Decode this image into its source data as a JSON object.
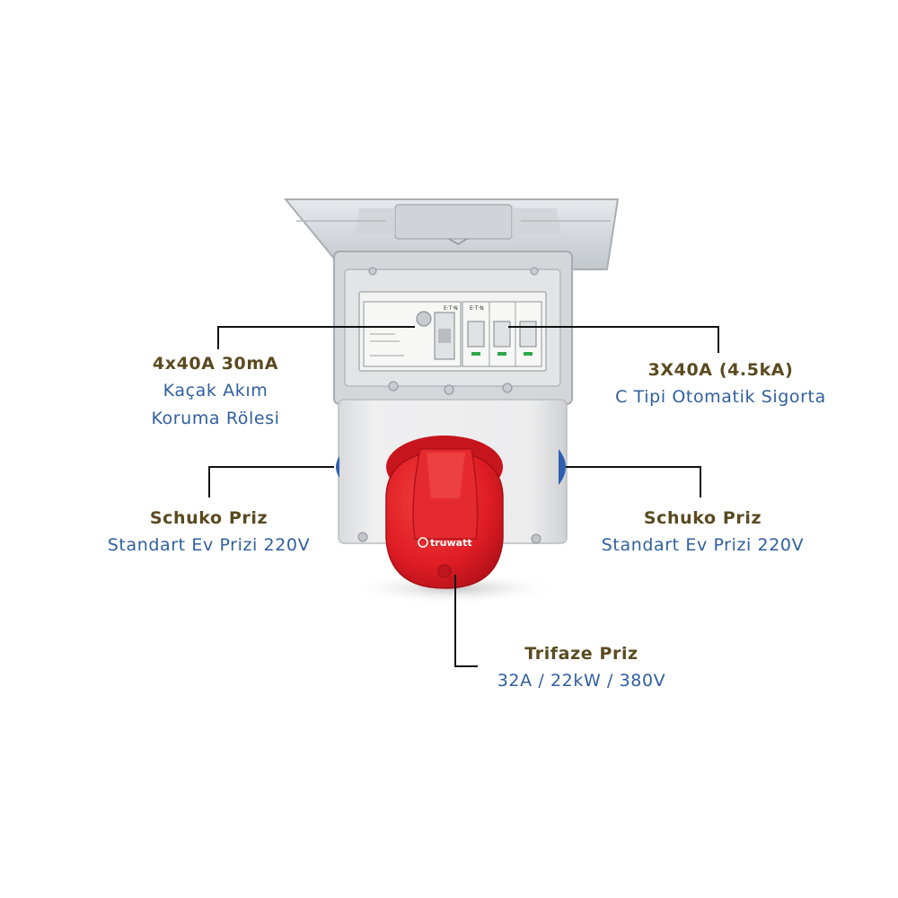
{
  "colors": {
    "title_text": "#5a4a1f",
    "body_text": "#2f5f9e",
    "callout_line": "#111111",
    "socket_red": "#e2202a",
    "enclosure_grey": "#e9e9ea",
    "lid_clear": "#d4d9dd",
    "side_socket_blue": "#2e5fb0"
  },
  "labels": {
    "rcd": {
      "title": "4x40A 30mA",
      "line1": "Kaçak Akım",
      "line2": "Koruma Rölesi"
    },
    "mcb": {
      "title": "3X40A (4.5kA)",
      "line1": "C Tipi Otomatik Sigorta"
    },
    "schuko_left": {
      "title": "Schuko Priz",
      "line1": "Standart Ev Prizi 220V"
    },
    "schuko_right": {
      "title": "Schuko Priz",
      "line1": "Standart Ev Prizi 220V"
    },
    "trifaze": {
      "title": "Trifaze Priz",
      "line1": "32A / 22kW / 380V"
    }
  },
  "product": {
    "brand_logo": "truwatt",
    "breaker_brand": "E·T·N"
  }
}
